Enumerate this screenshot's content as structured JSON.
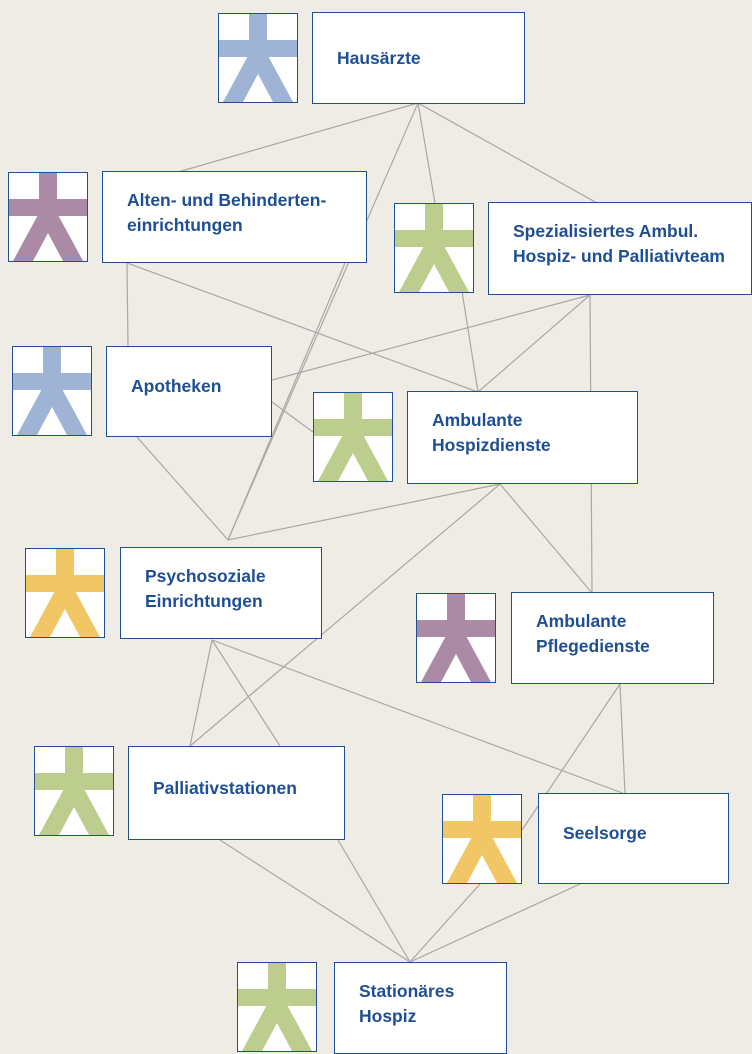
{
  "colors": {
    "blue": "#9fb3d4",
    "purple": "#ab8aa6",
    "green": "#bccd8d",
    "yellow": "#f0c764",
    "text": "#1f4f93",
    "line": "#a8a8a8"
  },
  "nodes": {
    "hausaerzte": {
      "label": "Hausärzte",
      "icon": "person-icon",
      "color": "blue"
    },
    "alten": {
      "label": "Alten- und Behinderten-\neinrichtungen",
      "icon": "person-icon",
      "color": "purple"
    },
    "sapv": {
      "label": "Spezialisiertes Ambul.\nHospiz- und Palliativteam",
      "icon": "person-icon",
      "color": "green"
    },
    "apotheken": {
      "label": "Apotheken",
      "icon": "person-icon",
      "color": "blue"
    },
    "ambulante_hospiz": {
      "label": "Ambulante\nHospizdienste",
      "icon": "person-icon",
      "color": "green"
    },
    "psychosoziale": {
      "label": "Psychosoziale\nEinrichtungen",
      "icon": "person-icon",
      "color": "yellow"
    },
    "pflege": {
      "label": "Ambulante\nPflegedienste",
      "icon": "person-icon",
      "color": "purple"
    },
    "palliativ": {
      "label": "Palliativstationen",
      "icon": "person-icon",
      "color": "green"
    },
    "seelsorge": {
      "label": "Seelsorge",
      "icon": "person-icon",
      "color": "yellow"
    },
    "hospiz": {
      "label": "Stationäres\nHospiz",
      "icon": "person-icon",
      "color": "green"
    }
  },
  "connections": [
    [
      "hausaerzte",
      "alten"
    ],
    [
      "hausaerzte",
      "sapv"
    ],
    [
      "hausaerzte",
      "psychosoziale"
    ],
    [
      "hausaerzte",
      "ambulante_hospiz"
    ],
    [
      "alten",
      "apotheken"
    ],
    [
      "alten",
      "ambulante_hospiz"
    ],
    [
      "alten",
      "psychosoziale"
    ],
    [
      "sapv",
      "apotheken"
    ],
    [
      "sapv",
      "ambulante_hospiz"
    ],
    [
      "sapv",
      "pflege"
    ],
    [
      "apotheken",
      "ambulante_hospiz"
    ],
    [
      "apotheken",
      "psychosoziale"
    ],
    [
      "ambulante_hospiz",
      "psychosoziale"
    ],
    [
      "ambulante_hospiz",
      "pflege"
    ],
    [
      "ambulante_hospiz",
      "palliativ"
    ],
    [
      "psychosoziale",
      "palliativ"
    ],
    [
      "psychosoziale",
      "seelsorge"
    ],
    [
      "pflege",
      "seelsorge"
    ],
    [
      "pflege",
      "hospiz"
    ],
    [
      "palliativ",
      "hospiz"
    ],
    [
      "seelsorge",
      "hospiz"
    ]
  ]
}
